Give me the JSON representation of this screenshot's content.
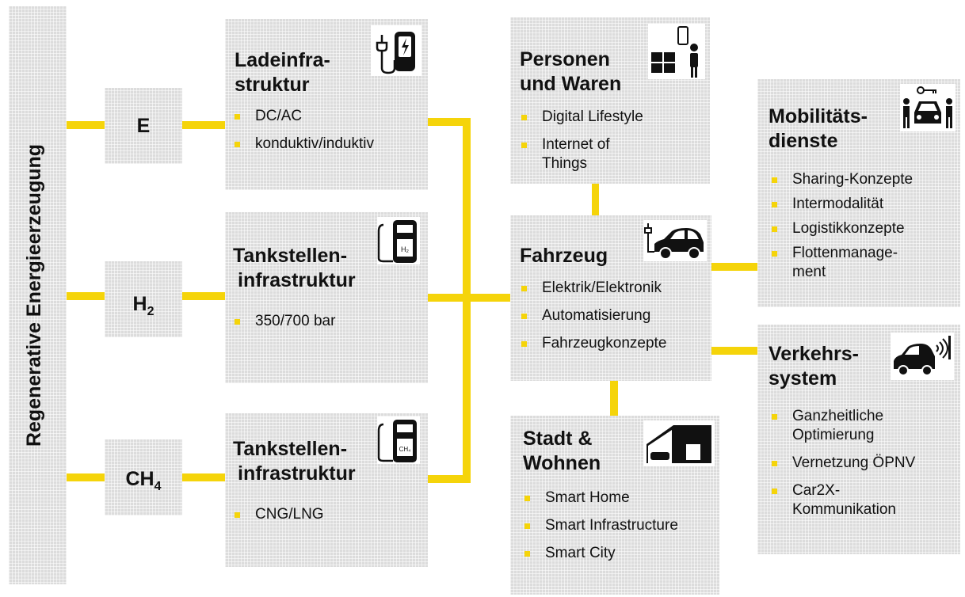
{
  "sidebar": {
    "title": "Regenerative Energieerzeugung"
  },
  "energy": {
    "e": {
      "label": "E"
    },
    "h2": {
      "base": "H",
      "sub": "2"
    },
    "ch4": {
      "base": "CH",
      "sub": "4"
    }
  },
  "lade": {
    "title_line1": "Ladeinfra-",
    "title_line2": "struktur",
    "items": [
      "DC/AC",
      "konduktiv/induktiv"
    ]
  },
  "tank_h2": {
    "title_line1": "Tankstellen-",
    "title_line2": "infrastruktur",
    "items": [
      "350/700 bar"
    ],
    "icon_text": "H₂"
  },
  "tank_ch4": {
    "title_line1": "Tankstellen-",
    "title_line2": "infrastruktur",
    "items": [
      "CNG/LNG"
    ],
    "icon_text": "CH₄"
  },
  "personen": {
    "title_line1": "Personen",
    "title_line2": "und Waren",
    "items": [
      "Digital Lifestyle",
      "Internet of Things"
    ]
  },
  "fahrzeug": {
    "title": "Fahrzeug",
    "items": [
      "Elektrik/Elektronik",
      "Automatisierung",
      "Fahrzeugkonzepte"
    ]
  },
  "stadt": {
    "title_line1": "Stadt &",
    "title_line2": "Wohnen",
    "items": [
      "Smart Home",
      "Smart Infrastructure",
      "Smart City"
    ]
  },
  "mobil": {
    "title_line1": "Mobilitäts-",
    "title_line2": "dienste",
    "items": [
      "Sharing-Konzepte",
      "Intermodalität",
      "Logistikkonzepte",
      "Flottenmanage-ment"
    ]
  },
  "verkehr": {
    "title_line1": "Verkehrs-",
    "title_line2": "system",
    "items": [
      "Ganzheitliche Optimierung",
      "Vernetzung ÖPNV",
      "Car2X-Kommunikation"
    ]
  },
  "colors": {
    "connector": "#f5d40a",
    "box": "#dcdcdc",
    "bullet": "#f5d40a",
    "text": "#111111"
  },
  "icons": {
    "lade": "ev-charger-icon",
    "tank_h2": "hydrogen-pump-icon",
    "tank_ch4": "gas-pump-icon",
    "personen": "devices-person-icon",
    "fahrzeug": "electric-car-icon",
    "stadt": "house-garage-icon",
    "mobil": "car-sharing-icon",
    "verkehr": "connected-car-icon"
  }
}
